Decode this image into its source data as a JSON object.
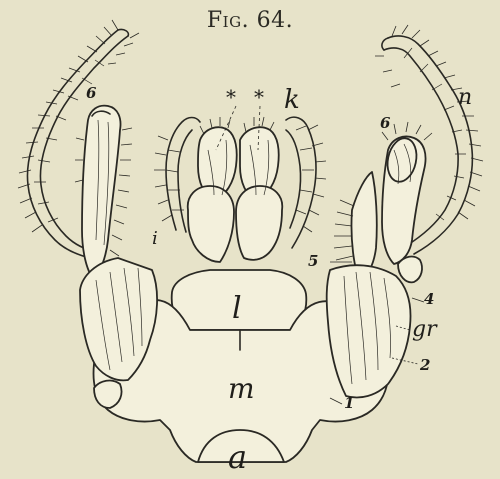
{
  "caption": "Fig. 64.",
  "labels": {
    "six_left": "6",
    "k": "k",
    "n": "n",
    "six_right": "6",
    "i": "i",
    "five": "5",
    "four": "4",
    "l": "l",
    "gr": "gr",
    "two": "2",
    "m": "m",
    "one": "1",
    "a": "a",
    "star_left": "*",
    "star_right": "*"
  },
  "colors": {
    "paper": "#e7e3c9",
    "ink": "#2a2924",
    "plate": "#f3f0dc"
  }
}
